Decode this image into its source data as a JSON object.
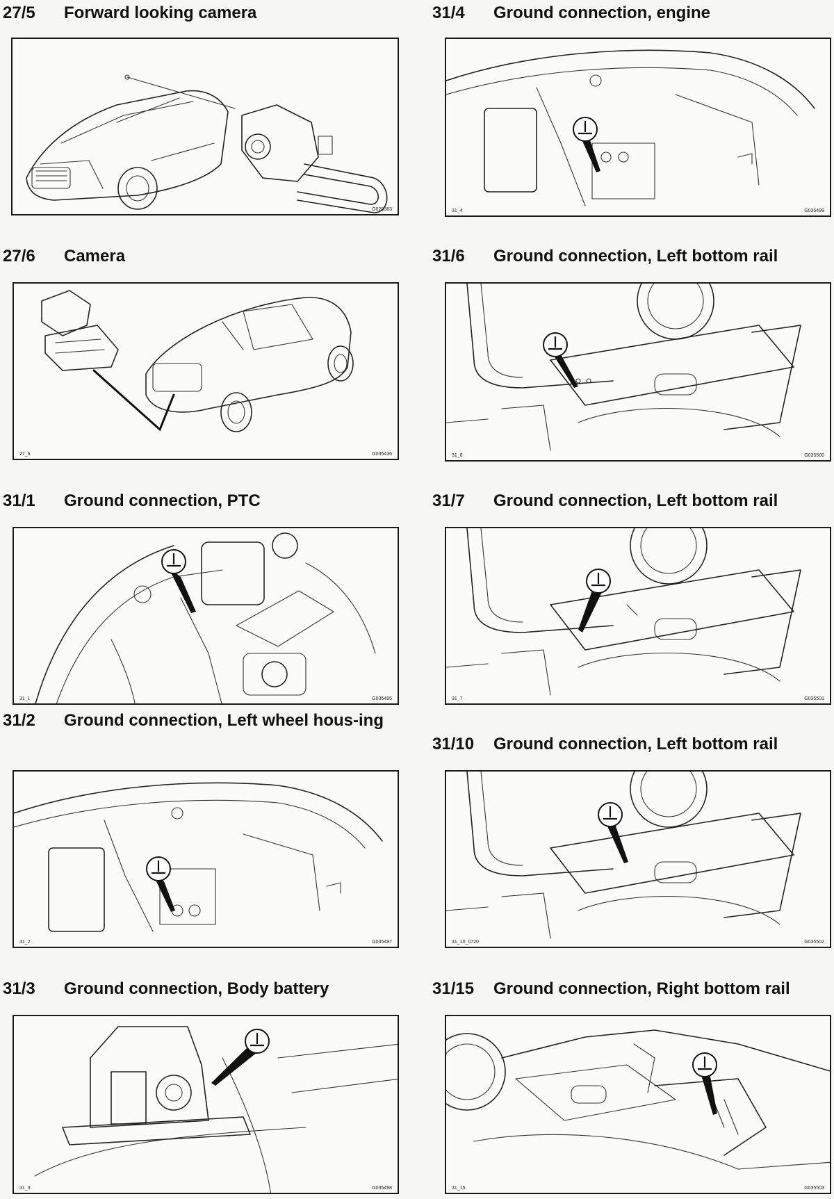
{
  "entries": [
    {
      "number": "27/5",
      "title": "Forward looking camera",
      "caption_left": "",
      "caption_right": "G028383"
    },
    {
      "number": "27/6",
      "title": "Camera",
      "caption_left": "27_6",
      "caption_right": "G035436"
    },
    {
      "number": "31/1",
      "title": "Ground connection, PTC",
      "caption_left": "31_1",
      "caption_right": "G035495"
    },
    {
      "number": "31/2",
      "title": "Ground connection, Left wheel hous-ing",
      "caption_left": "31_2",
      "caption_right": "G035497"
    },
    {
      "number": "31/3",
      "title": "Ground connection, Body battery",
      "caption_left": "31_3",
      "caption_right": "G035498"
    },
    {
      "number": "31/4",
      "title": "Ground connection, engine",
      "caption_left": "31_4",
      "caption_right": "G035499"
    },
    {
      "number": "31/6",
      "title": "Ground connection, Left bottom rail",
      "caption_left": "31_6",
      "caption_right": "G035500"
    },
    {
      "number": "31/7",
      "title": "Ground connection, Left bottom rail",
      "caption_left": "31_7",
      "caption_right": "G035501"
    },
    {
      "number": "31/10",
      "title": "Ground connection, Left bottom rail",
      "caption_left": "31_10_0720",
      "caption_right": "G035502"
    },
    {
      "number": "31/15",
      "title": "Ground connection, Right bottom rail",
      "caption_left": "31_15",
      "caption_right": "G035503"
    }
  ],
  "icons": {
    "ground": "ground-symbol-icon"
  }
}
